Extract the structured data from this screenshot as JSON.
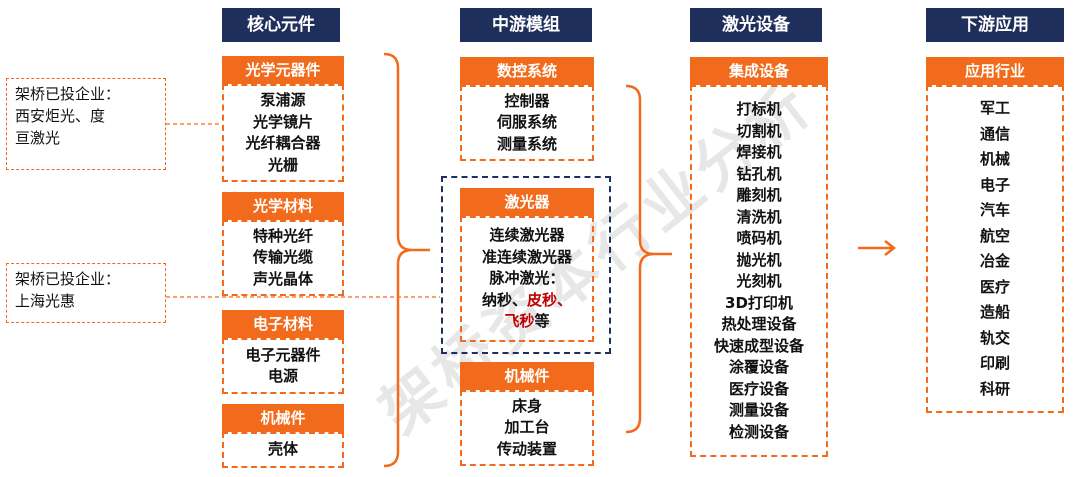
{
  "watermark": "架桥资本行业分析",
  "columns": {
    "core": {
      "title": "核心元件",
      "sections": [
        {
          "title": "光学元器件",
          "items": [
            "泵浦源",
            "光学镜片",
            "光纤耦合器",
            "光栅"
          ]
        },
        {
          "title": "光学材料",
          "items": [
            "特种光纤",
            "传输光缆",
            "声光晶体"
          ]
        },
        {
          "title": "电子材料",
          "items": [
            "电子元器件",
            "电源"
          ]
        },
        {
          "title": "机械件",
          "items": [
            "壳体"
          ]
        }
      ]
    },
    "midstream": {
      "title": "中游模组",
      "sections": [
        {
          "title": "数控系统",
          "items": [
            "控制器",
            "伺服系统",
            "测量系统"
          ]
        },
        {
          "title": "激光器",
          "items": [
            "连续激光器",
            "准连续激光器",
            "脉冲激光："
          ],
          "pulse_line1": {
            "prefix": "纳秒、",
            "highlight": "皮秒、"
          },
          "pulse_line2": {
            "highlight": "飞秒",
            "suffix": "等"
          }
        },
        {
          "title": "机械件",
          "items": [
            "床身",
            "加工台",
            "传动装置"
          ]
        }
      ]
    },
    "equipment": {
      "title": "激光设备",
      "sections": [
        {
          "title": "集成设备",
          "items": [
            "打标机",
            "切割机",
            "焊接机",
            "钻孔机",
            "雕刻机",
            "清洗机",
            "喷码机",
            "抛光机",
            "光刻机",
            "3D打印机",
            "热处理设备",
            "快速成型设备",
            "涂覆设备",
            "医疗设备",
            "测量设备",
            "检测设备"
          ]
        }
      ]
    },
    "downstream": {
      "title": "下游应用",
      "sections": [
        {
          "title": "应用行业",
          "items": [
            "军工",
            "通信",
            "机械",
            "电子",
            "汽车",
            "航空",
            "冶金",
            "医疗",
            "造船",
            "轨交",
            "印刷",
            "科研"
          ]
        }
      ]
    }
  },
  "notes": [
    {
      "lines": [
        "架桥已投企业：",
        "西安炬光、度",
        "亘激光"
      ]
    },
    {
      "lines": [
        "架桥已投企业：",
        "上海光惠"
      ]
    }
  ],
  "colors": {
    "navy": "#1f2f5c",
    "orange": "#f26a1b",
    "highlight_red": "#c00000"
  }
}
